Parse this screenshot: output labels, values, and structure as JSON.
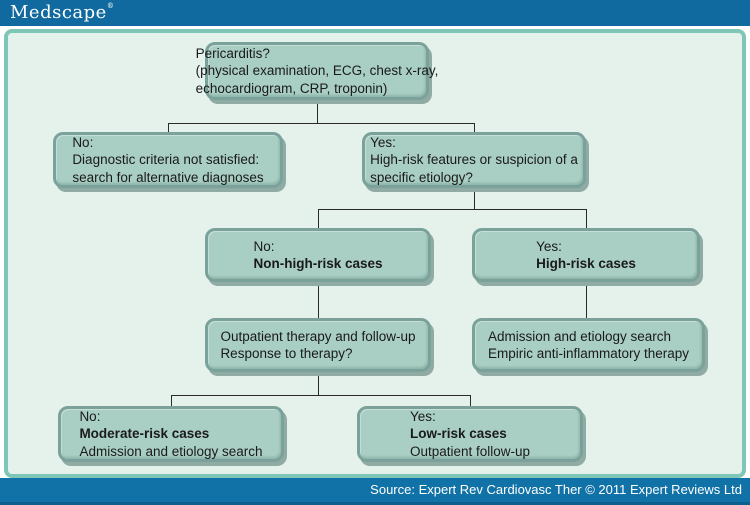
{
  "header": {
    "logo": "Medscape",
    "registered_mark": "®"
  },
  "footer": {
    "source": "Source: Expert Rev Cardiovasc Ther © 2011 Expert Reviews Ltd"
  },
  "colors": {
    "header_bar": "#116a9f",
    "footer_bar": "#1172a7",
    "footer_bottom_edge": "#0d5f8e",
    "panel_border": "#7ec6b6",
    "panel_background": "#e5f2ec",
    "node_fill": "#a9cec3",
    "node_border": "#7aa29a",
    "node_shadow": "#90aaa4",
    "connector": "#2a2a2a",
    "text": "#1a1a1a"
  },
  "flowchart": {
    "pericarditis": {
      "l1": "Pericarditis?",
      "l2": "(physical examination, ECG, chest x-ray,",
      "l3": "echocardiogram, CRP, troponin)"
    },
    "no_criteria": {
      "l1": "No:",
      "l2": "Diagnostic criteria not satisfied:",
      "l3": "search for alternative diagnoses"
    },
    "yes_features": {
      "l1": "Yes:",
      "l2": "High-risk features or suspicion of a",
      "l3": "specific etiology?"
    },
    "non_high_risk": {
      "l1": "No:",
      "l2": "Non-high-risk cases"
    },
    "high_risk": {
      "l1": "Yes:",
      "l2": "High-risk cases"
    },
    "outpatient": {
      "l1": "Outpatient therapy and follow-up",
      "l2": "Response to therapy?"
    },
    "admission": {
      "l1": "Admission and etiology search",
      "l2": "Empiric anti-inflammatory therapy"
    },
    "moderate_risk": {
      "l1": "No:",
      "l2": "Moderate-risk cases",
      "l3": "Admission and etiology search"
    },
    "low_risk": {
      "l1": "Yes:",
      "l2": "Low-risk cases",
      "l3": "Outpatient follow-up"
    }
  }
}
